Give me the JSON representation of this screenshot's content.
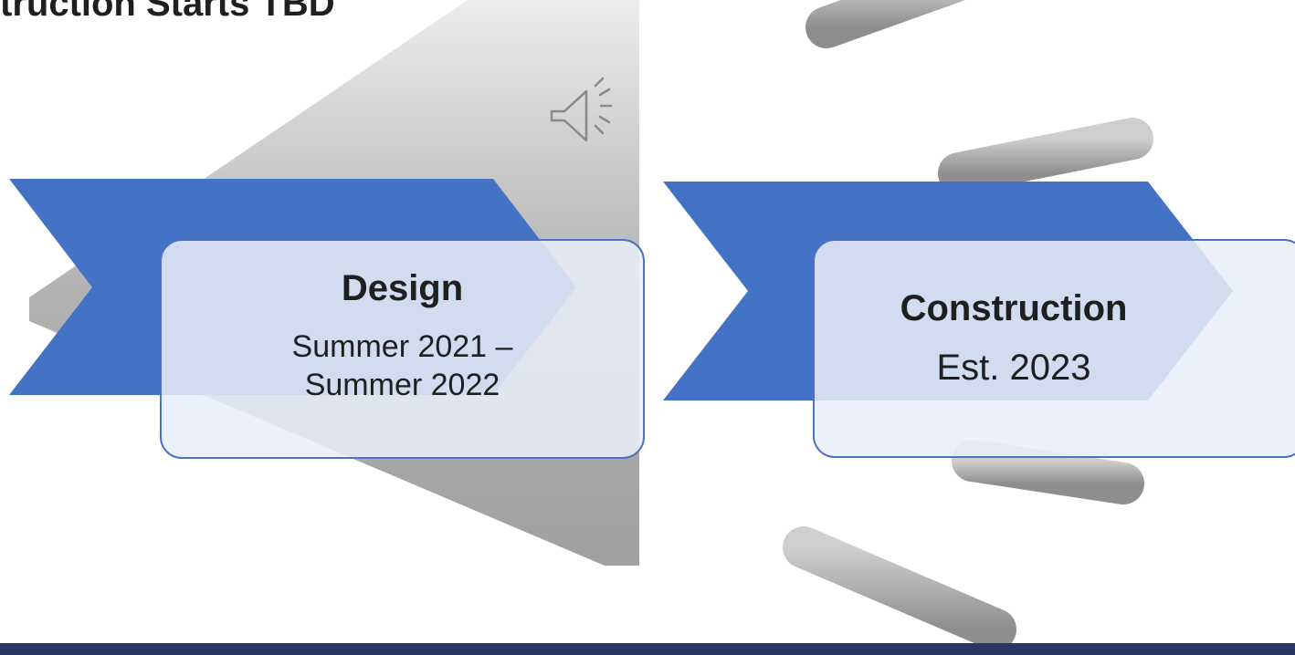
{
  "slide": {
    "title_prefix": "truction Starts ",
    "title_emphasis": "TBD"
  },
  "steps": [
    {
      "title": "Design",
      "date_line1": "Summer 2021 –",
      "date_line2": "Summer 2022"
    },
    {
      "title": "Construction",
      "date": "Est. 2023"
    }
  ],
  "icons": {
    "audio": "speaker-icon"
  },
  "colors": {
    "chevron": "#4472c4",
    "box_border": "#4d72c4",
    "footer": "#2a3566",
    "background_art": "#a6a6a6"
  }
}
